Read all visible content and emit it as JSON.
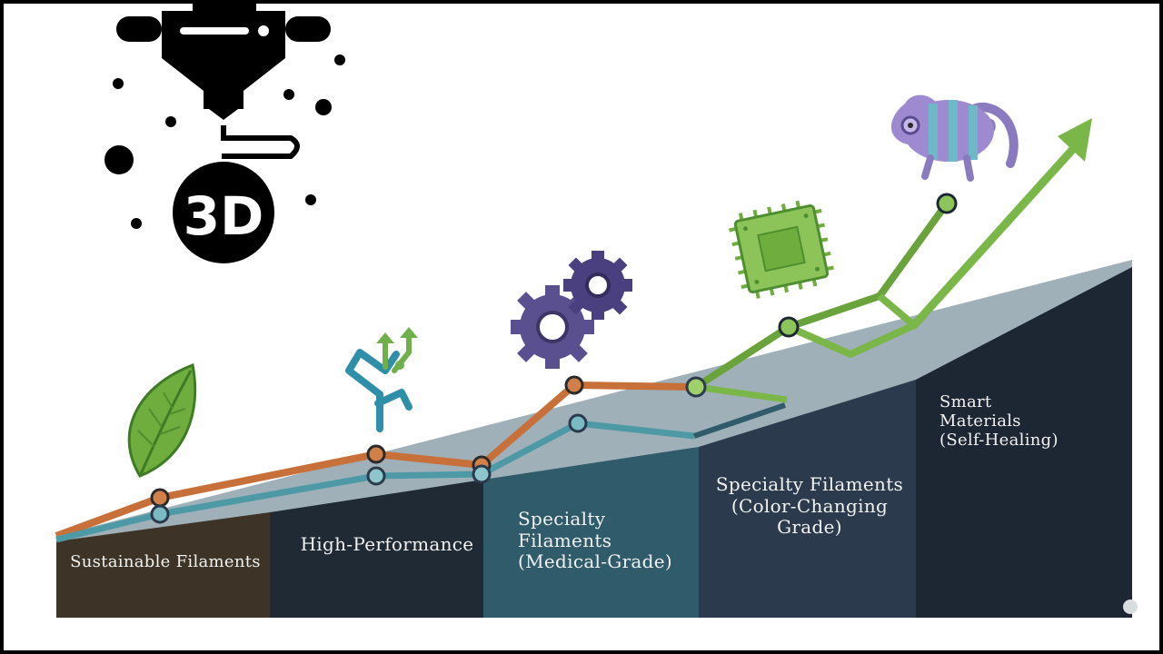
{
  "logo": {
    "text": "3D",
    "color": "#000000"
  },
  "stages": [
    {
      "label_lines": [
        "Sustainable Filaments"
      ],
      "icon": "leaf-icon",
      "color": "#3d3427"
    },
    {
      "label_lines": [
        "High-Performance"
      ],
      "icon": "branching-arrows-icon",
      "color": "#1f2a35"
    },
    {
      "label_lines": [
        "Specialty",
        "Filaments",
        "(Medical-Grade)"
      ],
      "icon": "gears-icon",
      "color": "#2f5b6a"
    },
    {
      "label_lines": [
        "Specialty Filaments",
        "(Color-Changing",
        "Grade)"
      ],
      "icon": "microchip-icon",
      "color": "#2b3a4c"
    },
    {
      "label_lines": [
        "Smart Materials",
        "(Self-Healing)"
      ],
      "icon": "chameleon-icon",
      "color": "#1d2733"
    }
  ],
  "colors": {
    "orange_line": "#c8703a",
    "teal_line": "#4d9aa6",
    "green_line": "#7ab648",
    "ramp": "#9fb0b8"
  }
}
